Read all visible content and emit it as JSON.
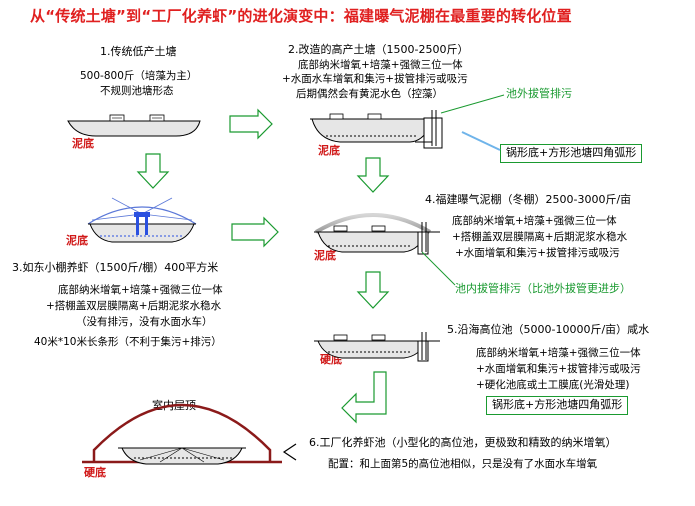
{
  "title": "从“传统土塘”到“工厂化养虾”的进化演变中：福建曝气泥棚在最重要的转化位置",
  "stage1": {
    "heading": "1.传统低产土塘",
    "line1": "500-800斤（培藻为主）",
    "line2": "不规则池塘形态",
    "bottom_label": "泥底"
  },
  "stage2": {
    "heading": "2.改造的高产土塘（1500-2500斤）",
    "line1": "底部纳米增氧+培藻+强微三位一体",
    "line2": "+水面水车增氧和集污+拔管排污或吸污",
    "line3": "后期偶然会有黄泥水色（控藻）",
    "bottom_label": "泥底",
    "callout": "池外拔管排污",
    "note": "锅形底+方形池塘四角弧形"
  },
  "stage3": {
    "heading": "3.如东小棚养虾（1500斤/棚）400平方米",
    "line1": "底部纳米增氧+培藻+强微三位一体",
    "line2": "+搭棚盖双层膜隔离+后期泥浆水稳水",
    "line3": "（没有排污，没有水面水车）",
    "line4": "40米*10米长条形（不利于集污+排污）",
    "bottom_label": "泥底"
  },
  "stage4": {
    "heading": "4.福建曝气泥棚（冬棚）2500-3000斤/亩",
    "line1": "底部纳米增氧+培藻+强微三位一体",
    "line2": "+搭棚盖双层膜隔离+后期泥浆水稳水",
    "line3": "+水面增氧和集污+拔管排污或吸污",
    "bottom_label": "泥底",
    "callout": "池内拔管排污（比池外拔管更进步）"
  },
  "stage5": {
    "heading": "5.沿海高位池（5000-10000斤/亩）咸水",
    "line1": "底部纳米增氧+培藻+强微三位一体",
    "line2": "+水面增氧和集污+拔管排污或吸污",
    "line3": "+硬化池底或土工膜底(光滑处理)",
    "bottom_label": "硬底",
    "note": "锅形底+方形池塘四角弧形"
  },
  "stage6": {
    "heading": "6.工厂化养虾池（小型化的高位池，更极致和精致的纳米增氧）",
    "line1": "配置：和上面第5的高位池相似，只是没有了水面水车增氧",
    "bottom_label": "硬底",
    "roof_label": "室内屋顶"
  },
  "colors": {
    "title": "#e02020",
    "label_red": "#d01818",
    "green": "#1a9a30",
    "pond_fill": "#e6e6e6",
    "roof_dark": "#8b1a1a",
    "roof_grey": "#b0b0b0",
    "roof_blue": "#5b78d8",
    "aerator_blue": "#2a50e0"
  }
}
